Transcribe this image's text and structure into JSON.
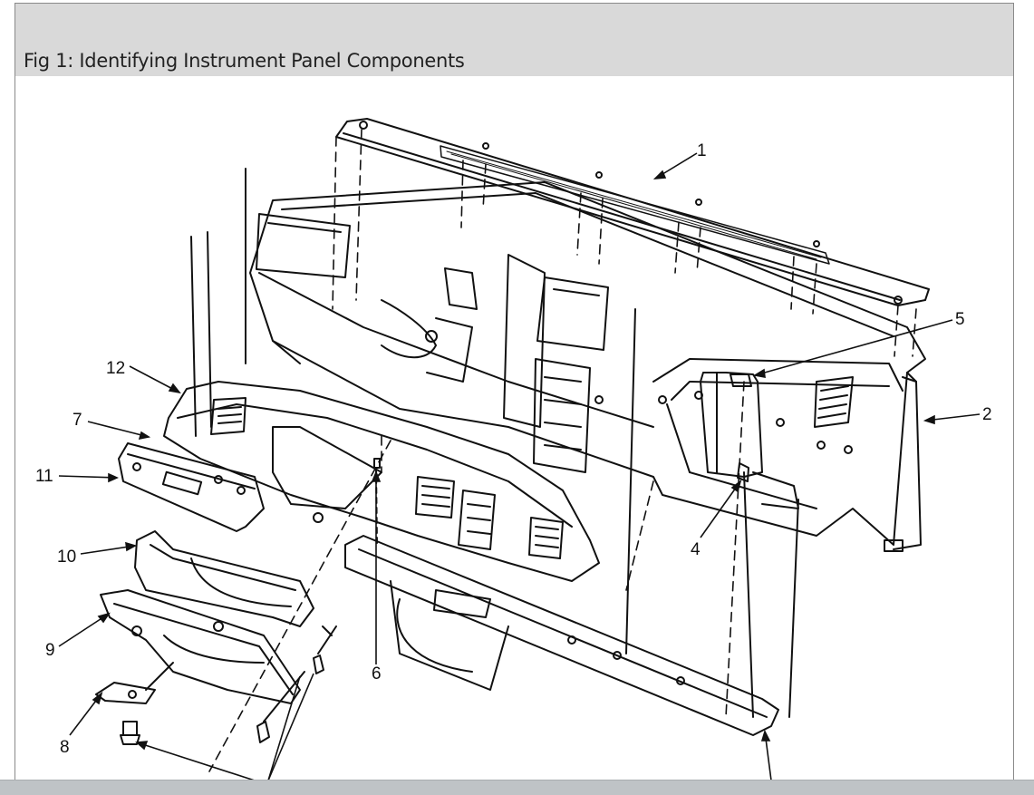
{
  "figure": {
    "title": "Fig 1: Identifying Instrument Panel Components"
  },
  "callouts": {
    "c1": "1",
    "c2": "2",
    "c4": "4",
    "c5": "5",
    "c6": "6",
    "c7": "7",
    "c8": "8",
    "c9": "9",
    "c10": "10",
    "c11": "11",
    "c12": "12"
  },
  "colors": {
    "title_bar": "#d9d9d9",
    "line_art": "#111111",
    "background": "#ffffff"
  }
}
